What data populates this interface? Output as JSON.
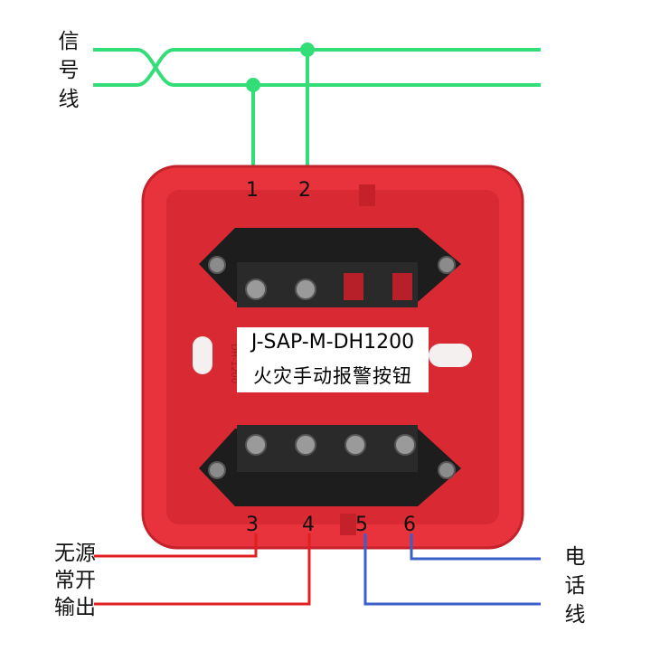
{
  "signal_label": [
    "信",
    "号",
    "线"
  ],
  "output_label": [
    "无源",
    "常开",
    "输出"
  ],
  "phone_label": [
    "电",
    "话",
    "线"
  ],
  "terminals": [
    "1",
    "2",
    "3",
    "4",
    "5",
    "6"
  ],
  "model": {
    "code": "J-SAP-M-DH1200",
    "name": "火灾手动报警按钮"
  },
  "colors": {
    "signal_wire": "#33dd77",
    "output_wire": "#e02020",
    "phone_wire": "#3a5fc8",
    "base_body": "#e8323c",
    "terminal_block": "#1d1d1d"
  }
}
